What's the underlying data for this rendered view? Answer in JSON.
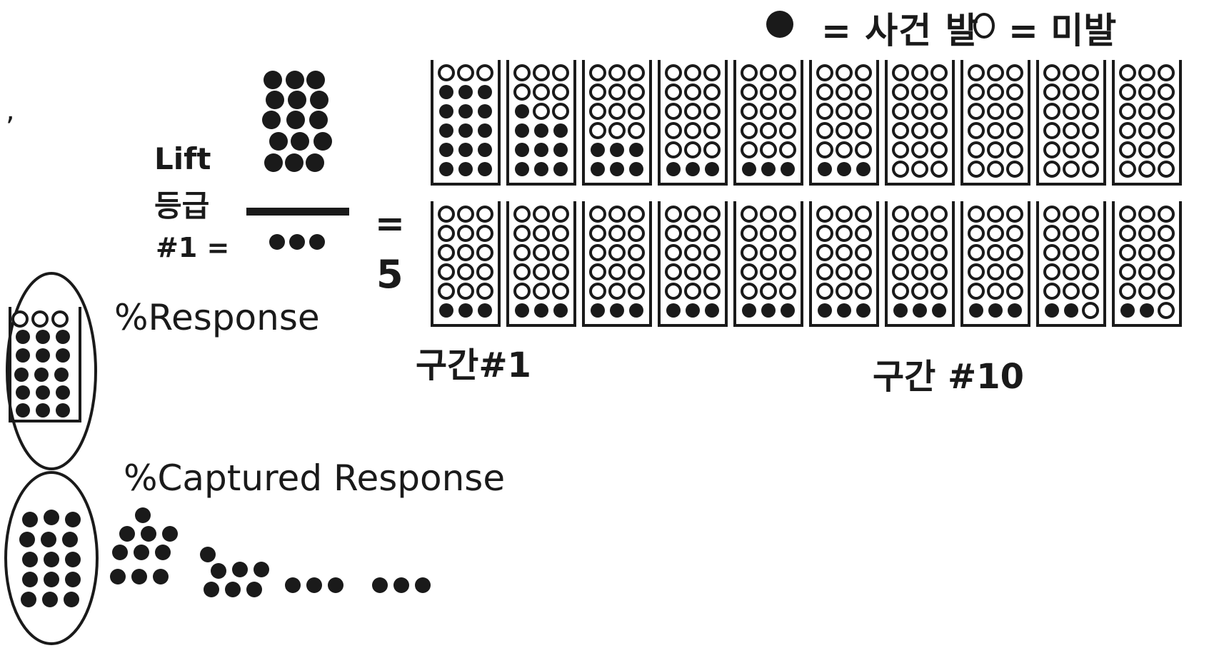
{
  "legend": {
    "event_label": "= 사건 발",
    "nonevent_label": "= 미발"
  },
  "lift_formula": {
    "lift_label": "Lift",
    "grade_label": "등급",
    "grade_number": "#1 =",
    "equals": "=",
    "result": "5"
  },
  "deciles": {
    "first_label": "구간#1",
    "last_label": "구간 #10",
    "count": 10
  },
  "definitions": {
    "response_label": "%Response",
    "captured_response_label": "%Captured Response"
  },
  "stray_mark": ",",
  "colors": {
    "ink": "#1a1a1a",
    "background": "#ffffff"
  }
}
